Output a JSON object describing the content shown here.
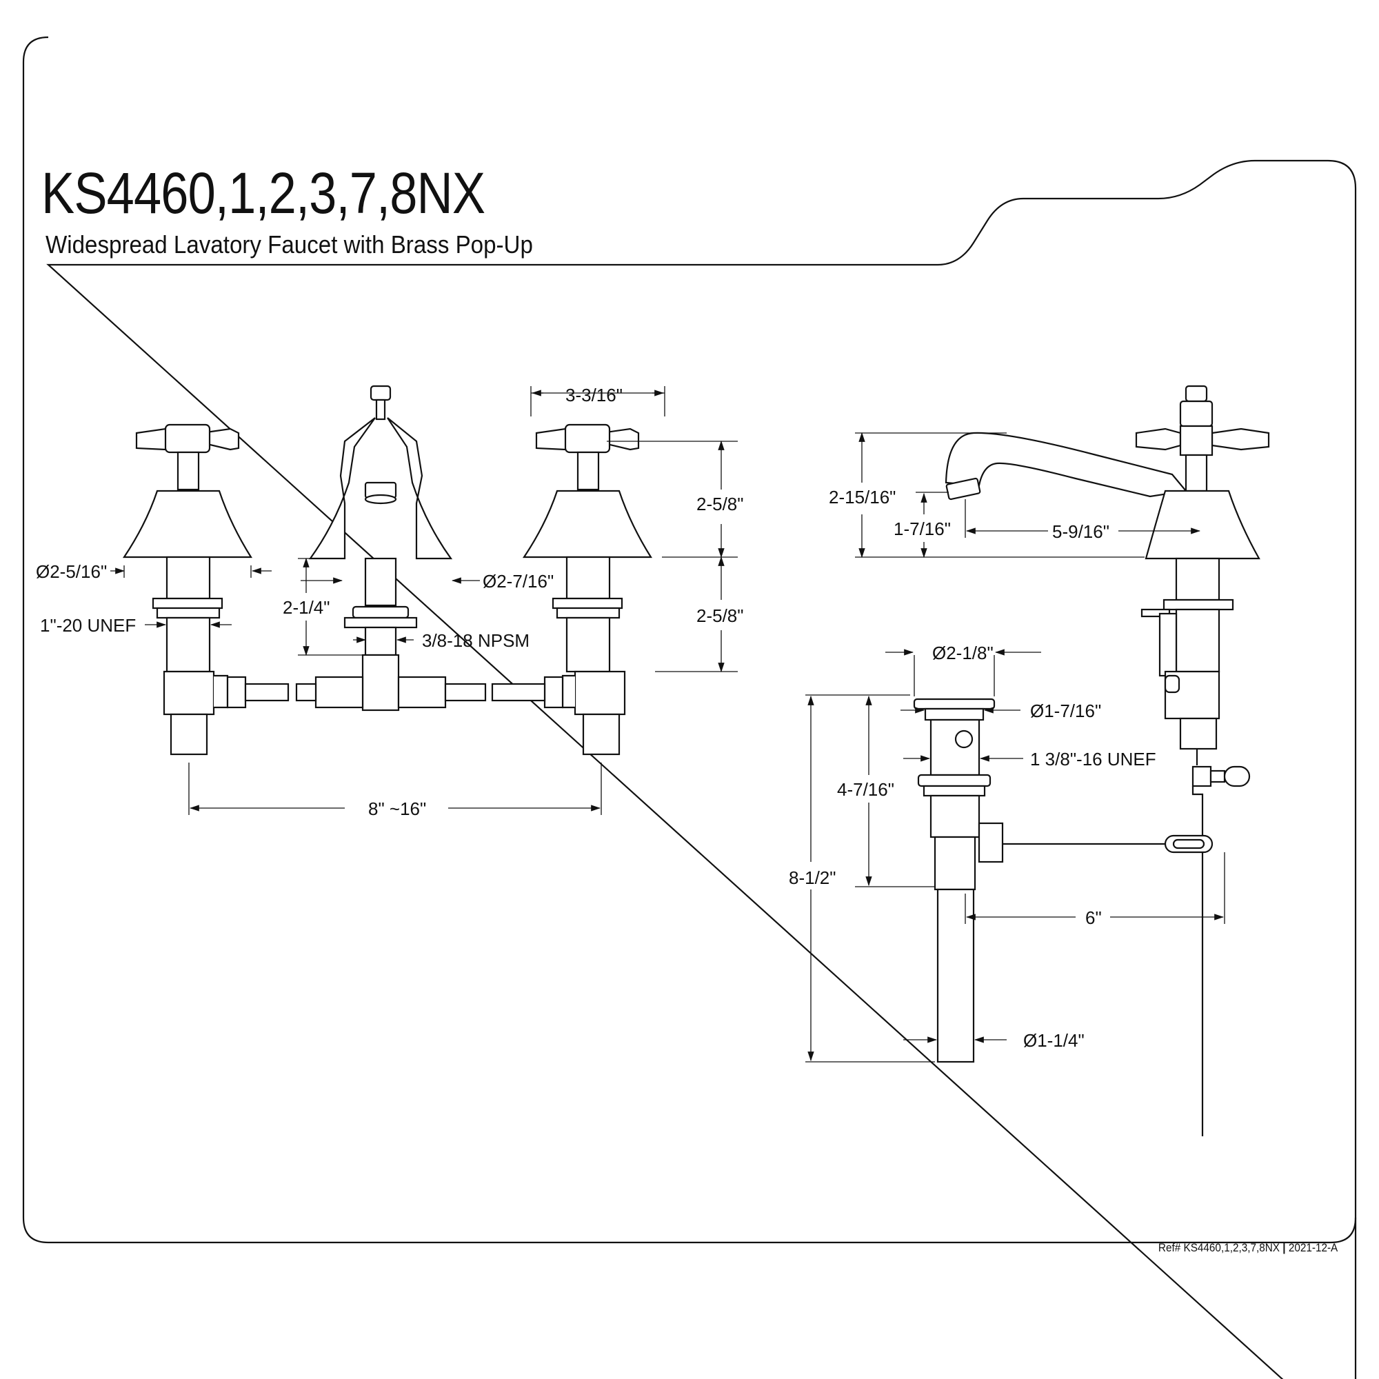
{
  "header": {
    "model": "KS4460,1,2,3,7,8NX",
    "description": "Widespread Lavatory Faucet with Brass Pop-Up"
  },
  "footer": {
    "ref_text": "Ref# KS4460,1,2,3,7,8NX",
    "separator": "|",
    "revision": "2021-12-A"
  },
  "front_view": {
    "handle_width": "3-3/16\"",
    "handle_height": "2-5/8\"",
    "shank_length": "2-5/8\"",
    "handle_base_diameter": "Ø2-5/16\"",
    "handle_thread": "1\"-20 UNEF",
    "spout_base_diameter": "Ø2-7/16\"",
    "spout_shank_length": "2-1/4\"",
    "spout_thread": "3/8-18 NPSM",
    "spread": "8\" ~16\""
  },
  "side_view": {
    "overall_height": "2-15/16\"",
    "spout_clearance": "1-7/16\"",
    "spout_reach": "5-9/16\"",
    "flange_diameter": "Ø2-1/8\"",
    "drain_top_diameter": "Ø1-7/16\"",
    "drain_thread": "1 3/8\"-16 UNEF",
    "drain_body_length": "4-7/16\"",
    "drain_total_length": "8-1/2\"",
    "lift_rod_reach": "6\"",
    "tailpiece_diameter": "Ø1-1/4\""
  }
}
